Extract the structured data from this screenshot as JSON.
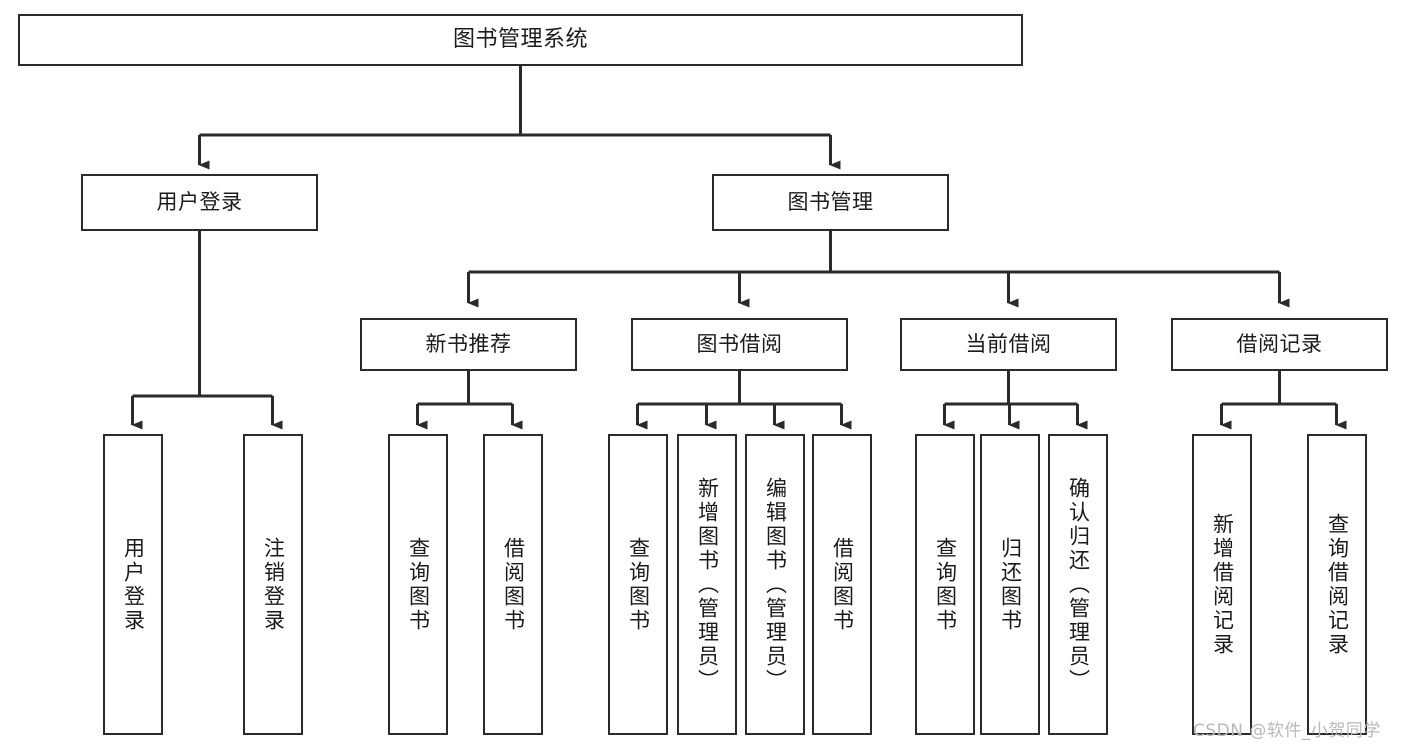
{
  "diagram": {
    "title": "图书管理系统",
    "watermark": "CSDN @软件_小贺同学",
    "style": {
      "border_color": "#2b2b2b",
      "fill_color": "#ffffff",
      "text_color": "#1b1b1b",
      "background": "#ffffff",
      "watermark_color": "#b9b9b9"
    }
  },
  "nodes": {
    "root": {
      "label": "图书管理系统"
    },
    "level2": [
      {
        "id": "user-login",
        "label": "用户登录"
      },
      {
        "id": "book-manage",
        "label": "图书管理"
      }
    ],
    "level3": [
      {
        "id": "new-book-recommend",
        "label": "新书推荐"
      },
      {
        "id": "book-borrow",
        "label": "图书借阅"
      },
      {
        "id": "current-borrow",
        "label": "当前借阅"
      },
      {
        "id": "borrow-record",
        "label": "借阅记录"
      }
    ],
    "leaves": {
      "user_login": [
        {
          "id": "leaf-user-login",
          "label": "用户登录"
        },
        {
          "id": "leaf-logout-login",
          "label": "注销登录"
        }
      ],
      "new_book_recommend": [
        {
          "id": "leaf-query-book-1",
          "label": "查询图书"
        },
        {
          "id": "leaf-borrow-book-1",
          "label": "借阅图书"
        }
      ],
      "book_borrow": [
        {
          "id": "leaf-query-book-2",
          "label": "查询图书"
        },
        {
          "id": "leaf-add-book",
          "label": "新增图书（管理员）"
        },
        {
          "id": "leaf-edit-book",
          "label": "编辑图书（管理员）"
        },
        {
          "id": "leaf-borrow-book-2",
          "label": "借阅图书"
        }
      ],
      "current_borrow": [
        {
          "id": "leaf-query-book-3",
          "label": "查询图书"
        },
        {
          "id": "leaf-return-book",
          "label": "归还图书"
        },
        {
          "id": "leaf-confirm-return",
          "label": "确认归还（管理员）"
        }
      ],
      "borrow_record": [
        {
          "id": "leaf-add-record",
          "label": "新增借阅记录"
        },
        {
          "id": "leaf-query-record",
          "label": "查询借阅记录"
        }
      ]
    }
  }
}
